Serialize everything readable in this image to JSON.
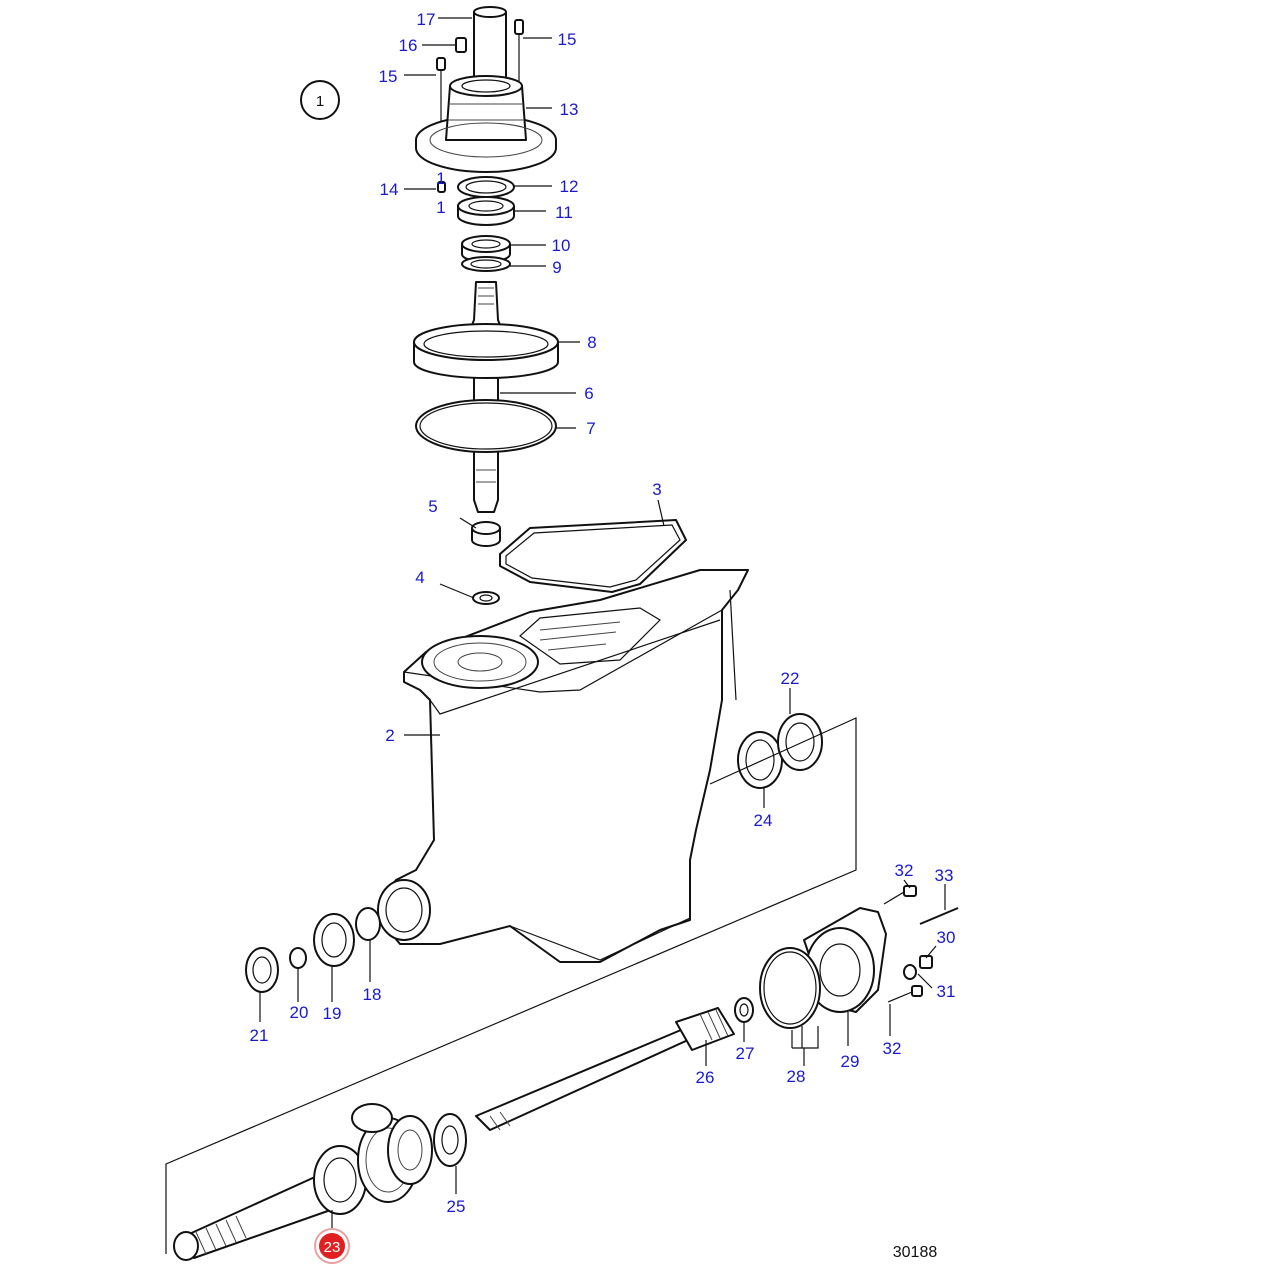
{
  "figure_number": "1",
  "drawing_number": "30188",
  "highlight_color": "#e02020",
  "callout_color": "#1a1acc",
  "callouts": [
    {
      "id": "c17",
      "label": "17"
    },
    {
      "id": "c16",
      "label": "16"
    },
    {
      "id": "c15a",
      "label": "15"
    },
    {
      "id": "c15b",
      "label": "15"
    },
    {
      "id": "c13",
      "label": "13"
    },
    {
      "id": "c14",
      "label": "14"
    },
    {
      "id": "c1a",
      "label": "1"
    },
    {
      "id": "c1b",
      "label": "1"
    },
    {
      "id": "c12",
      "label": "12"
    },
    {
      "id": "c11",
      "label": "11"
    },
    {
      "id": "c10",
      "label": "10"
    },
    {
      "id": "c9",
      "label": "9"
    },
    {
      "id": "c8",
      "label": "8"
    },
    {
      "id": "c6",
      "label": "6"
    },
    {
      "id": "c7",
      "label": "7"
    },
    {
      "id": "c5",
      "label": "5"
    },
    {
      "id": "c3",
      "label": "3"
    },
    {
      "id": "c4",
      "label": "4"
    },
    {
      "id": "c2",
      "label": "2"
    },
    {
      "id": "c22",
      "label": "22"
    },
    {
      "id": "c24",
      "label": "24"
    },
    {
      "id": "c32a",
      "label": "32"
    },
    {
      "id": "c33",
      "label": "33"
    },
    {
      "id": "c30",
      "label": "30"
    },
    {
      "id": "c31",
      "label": "31"
    },
    {
      "id": "c32b",
      "label": "32"
    },
    {
      "id": "c29",
      "label": "29"
    },
    {
      "id": "c28",
      "label": "28"
    },
    {
      "id": "c27",
      "label": "27"
    },
    {
      "id": "c26",
      "label": "26"
    },
    {
      "id": "c25",
      "label": "25"
    },
    {
      "id": "c21",
      "label": "21"
    },
    {
      "id": "c20",
      "label": "20"
    },
    {
      "id": "c19",
      "label": "19"
    },
    {
      "id": "c18",
      "label": "18"
    }
  ],
  "highlighted_callout": {
    "label": "23"
  }
}
